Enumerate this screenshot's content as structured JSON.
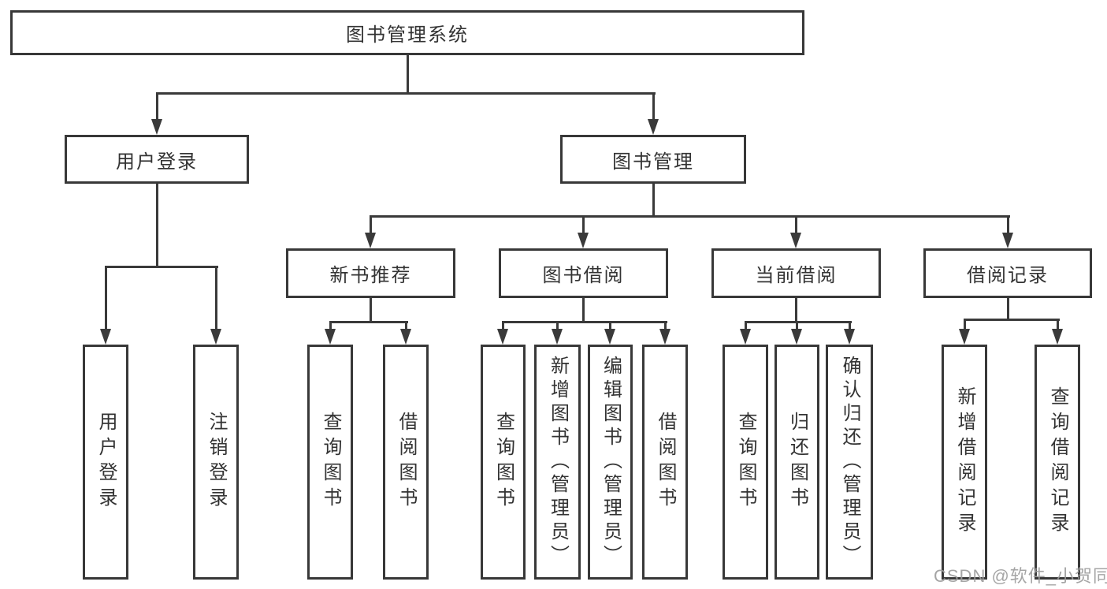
{
  "tree": {
    "label": "图书管理系统",
    "children": [
      {
        "label": "用户登录",
        "children": [
          {
            "label": "用户登录"
          },
          {
            "label": "注销登录"
          }
        ]
      },
      {
        "label": "图书管理",
        "children": [
          {
            "label": "新书推荐",
            "children": [
              {
                "label": "查询图书"
              },
              {
                "label": "借阅图书"
              }
            ]
          },
          {
            "label": "图书借阅",
            "children": [
              {
                "label": "查询图书"
              },
              {
                "label": "新增图书（管理员）"
              },
              {
                "label": "编辑图书（管理员）"
              },
              {
                "label": "借阅图书"
              }
            ]
          },
          {
            "label": "当前借阅",
            "children": [
              {
                "label": "查询图书"
              },
              {
                "label": "归还图书"
              },
              {
                "label": "确认归还（管理员）"
              }
            ]
          },
          {
            "label": "借阅记录",
            "children": [
              {
                "label": "新增借阅记录"
              },
              {
                "label": "查询借阅记录"
              }
            ]
          }
        ]
      }
    ]
  },
  "watermark": "CSDN @软件_小贺同学",
  "colors": {
    "line": "#3a3a3a",
    "text": "#333333",
    "watermark": "#9c9c9c",
    "background": "#ffffff"
  }
}
